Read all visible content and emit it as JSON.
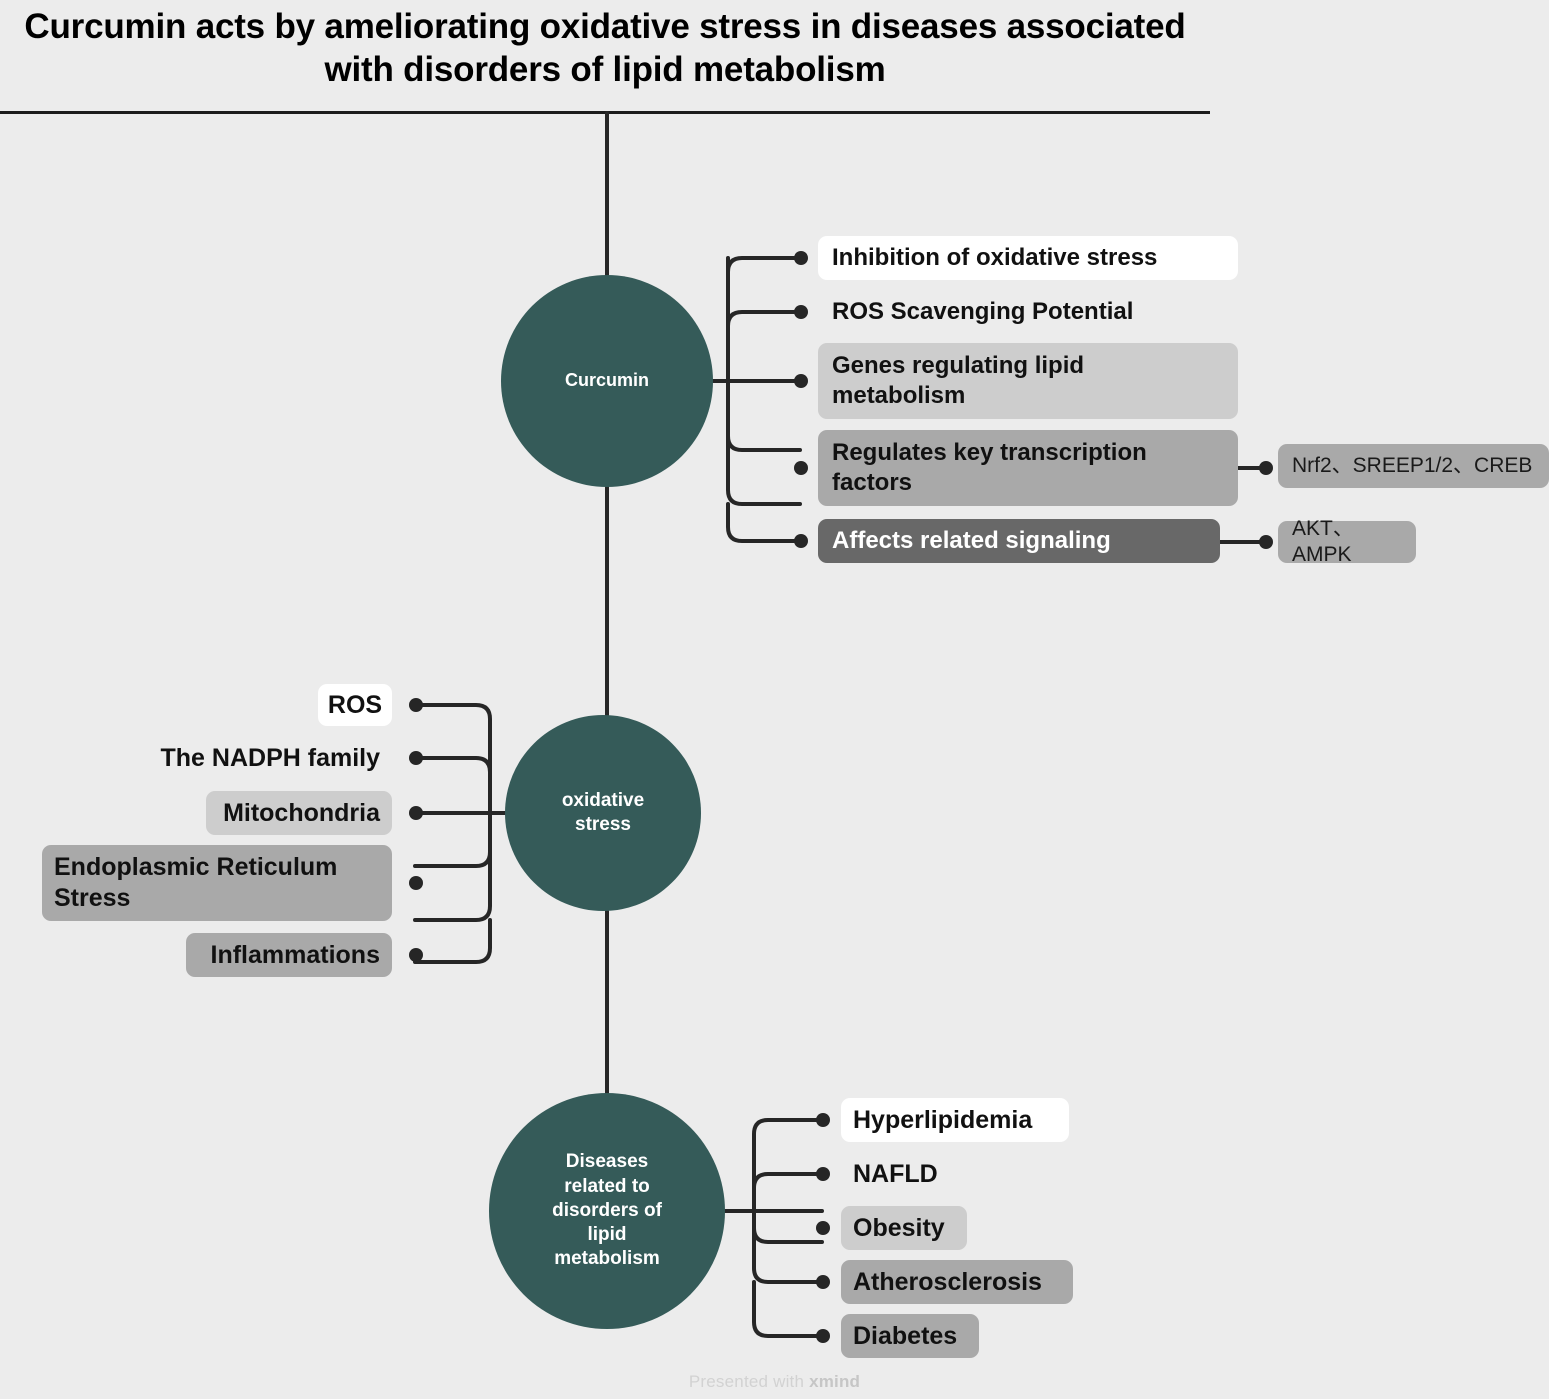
{
  "header": {
    "title": "Curcumin acts by ameliorating oxidative stress in diseases associated with disorders of lipid metabolism"
  },
  "colors": {
    "background": "#ececec",
    "node_teal": "#355b59",
    "chip_white": "#ffffff",
    "chip_light_gray": "#cdcdcd",
    "chip_medium_gray": "#a9a9a9",
    "chip_dark_gray": "#686868",
    "connector": "#262626",
    "rule": "#1c1c1c",
    "watermark": "#d2d2d2"
  },
  "nodes": {
    "curcumin": {
      "label": "Curcumin"
    },
    "oxidative": {
      "line1": "oxidative",
      "line2": "stress"
    },
    "diseases": {
      "line1": "Diseases",
      "line2": "related to",
      "line3": "disorders of",
      "line4": "lipid",
      "line5": "metabolism"
    }
  },
  "branches": {
    "curcumin_topics": [
      {
        "label": "Inhibition of oxidative stress",
        "shade": "white"
      },
      {
        "label": "ROS Scavenging Potential",
        "shade": "none"
      },
      {
        "label": "Genes regulating lipid metabolism",
        "shade": "light-gray"
      },
      {
        "label": "Regulates key transcription factors",
        "shade": "medium-gray"
      },
      {
        "label": "Affects related signaling",
        "shade": "dark-gray"
      }
    ],
    "curcumin_subtopics": [
      {
        "parent": "Regulates key transcription factors",
        "label": "Nrf2、SREEP1/2、CREB"
      },
      {
        "parent": "Affects related signaling",
        "label": "AKT、AMPK"
      }
    ],
    "oxidative_topics": [
      {
        "label": "ROS",
        "shade": "white"
      },
      {
        "label": "The NADPH family",
        "shade": "none"
      },
      {
        "label": "Mitochondria",
        "shade": "light-gray"
      },
      {
        "label": "Endoplasmic Reticulum Stress",
        "shade": "medium-gray"
      },
      {
        "label": "Inflammations",
        "shade": "medium-dark-gray"
      }
    ],
    "disease_topics": [
      {
        "label": "Hyperlipidemia",
        "shade": "white"
      },
      {
        "label": "NAFLD",
        "shade": "none"
      },
      {
        "label": "Obesity",
        "shade": "light-gray"
      },
      {
        "label": "Atherosclerosis",
        "shade": "medium-gray"
      },
      {
        "label": "Diabetes",
        "shade": "medium-dark-gray"
      }
    ]
  },
  "footer": {
    "prefix": "Presented with ",
    "brand": "xmind"
  }
}
